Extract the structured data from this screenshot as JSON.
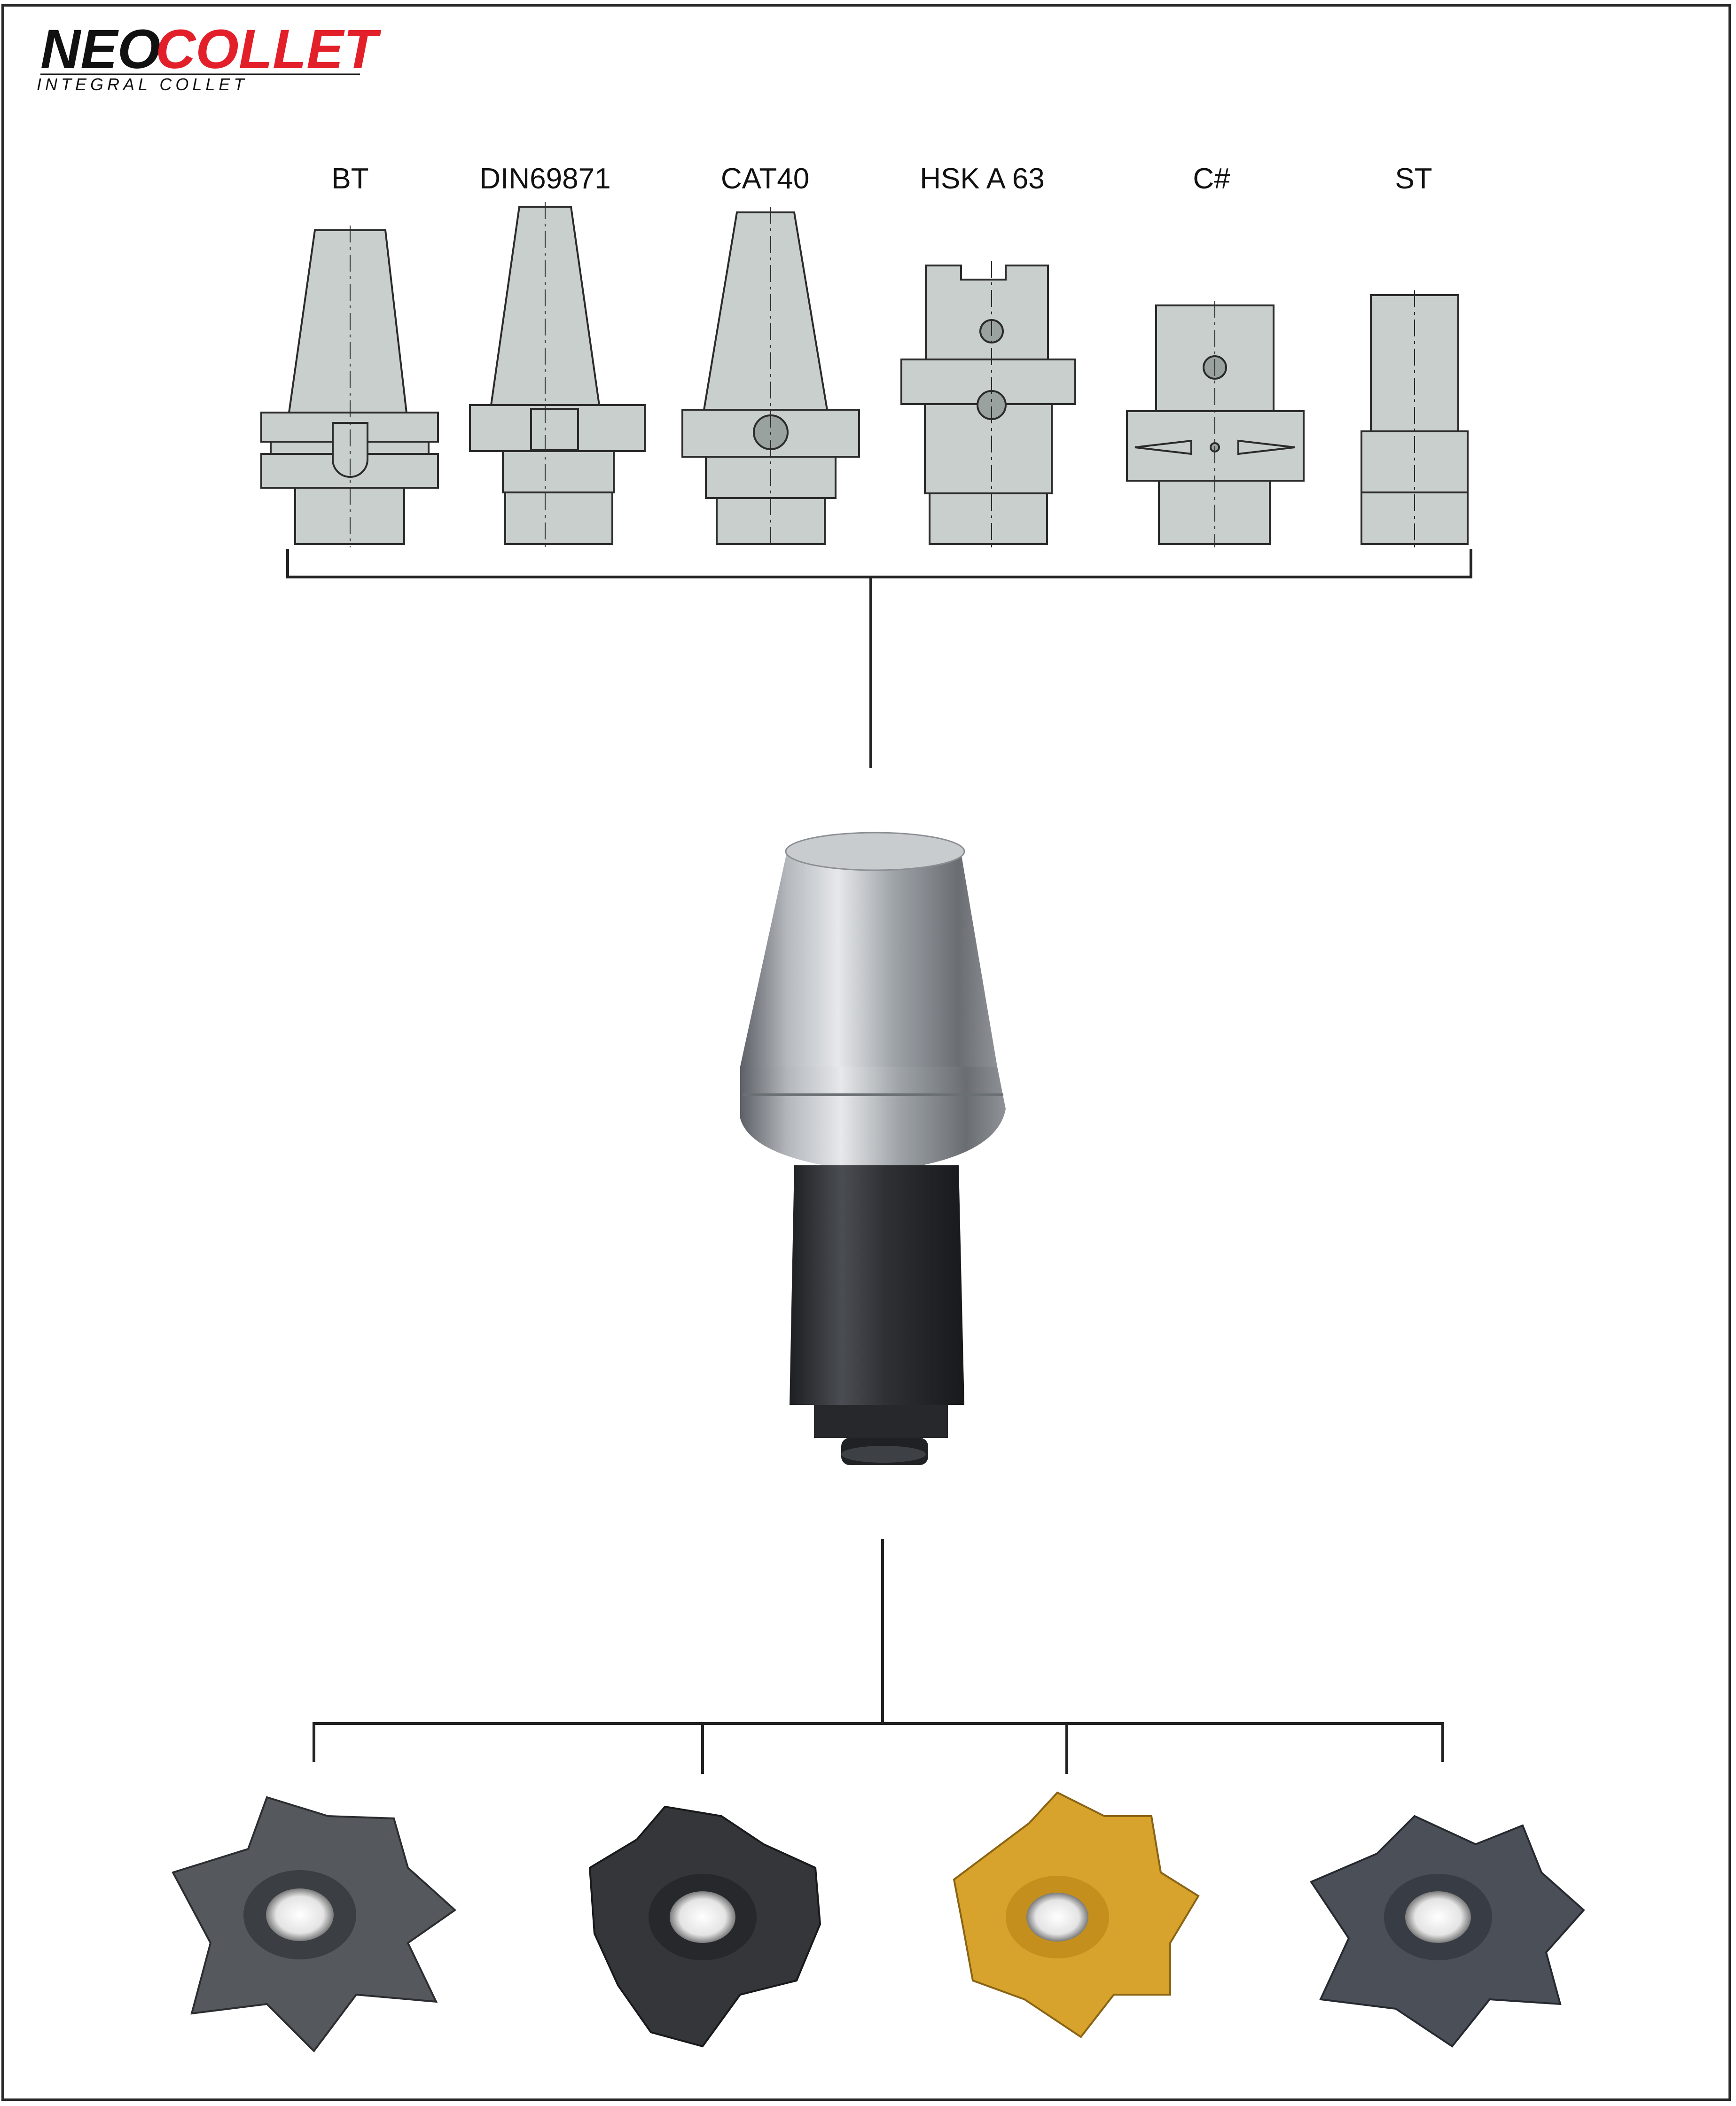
{
  "logo": {
    "brand_part1": "NEO",
    "brand_part2": "COLLET",
    "tagline": "INTEGRAL COLLET"
  },
  "holders": [
    {
      "label": "BT",
      "icon": "bt-holder-icon"
    },
    {
      "label": "DIN69871",
      "icon": "din69871-holder-icon"
    },
    {
      "label": "CAT40",
      "icon": "cat40-holder-icon"
    },
    {
      "label": "HSK A 63",
      "icon": "hsk-a63-holder-icon"
    },
    {
      "label": "C#",
      "icon": "capto-holder-icon"
    },
    {
      "label": "ST",
      "icon": "straight-shank-holder-icon"
    }
  ],
  "center_part": {
    "icon": "neocollet-integral-collet-holder-icon"
  },
  "cutters": [
    {
      "icon": "grey-7-tooth-cutter-icon",
      "finish": "#55585d"
    },
    {
      "icon": "black-6-tooth-cutter-icon",
      "finish": "#34363a"
    },
    {
      "icon": "gold-7-tooth-cutter-icon",
      "finish": "#d8a32c"
    },
    {
      "icon": "silver-7-tooth-cutter-icon",
      "finish": "#4a4f58"
    }
  ],
  "colors": {
    "brand_black": "#111111",
    "brand_red": "#e3202a",
    "drawing_fill": "#c9cfcd",
    "line": "#222222"
  }
}
